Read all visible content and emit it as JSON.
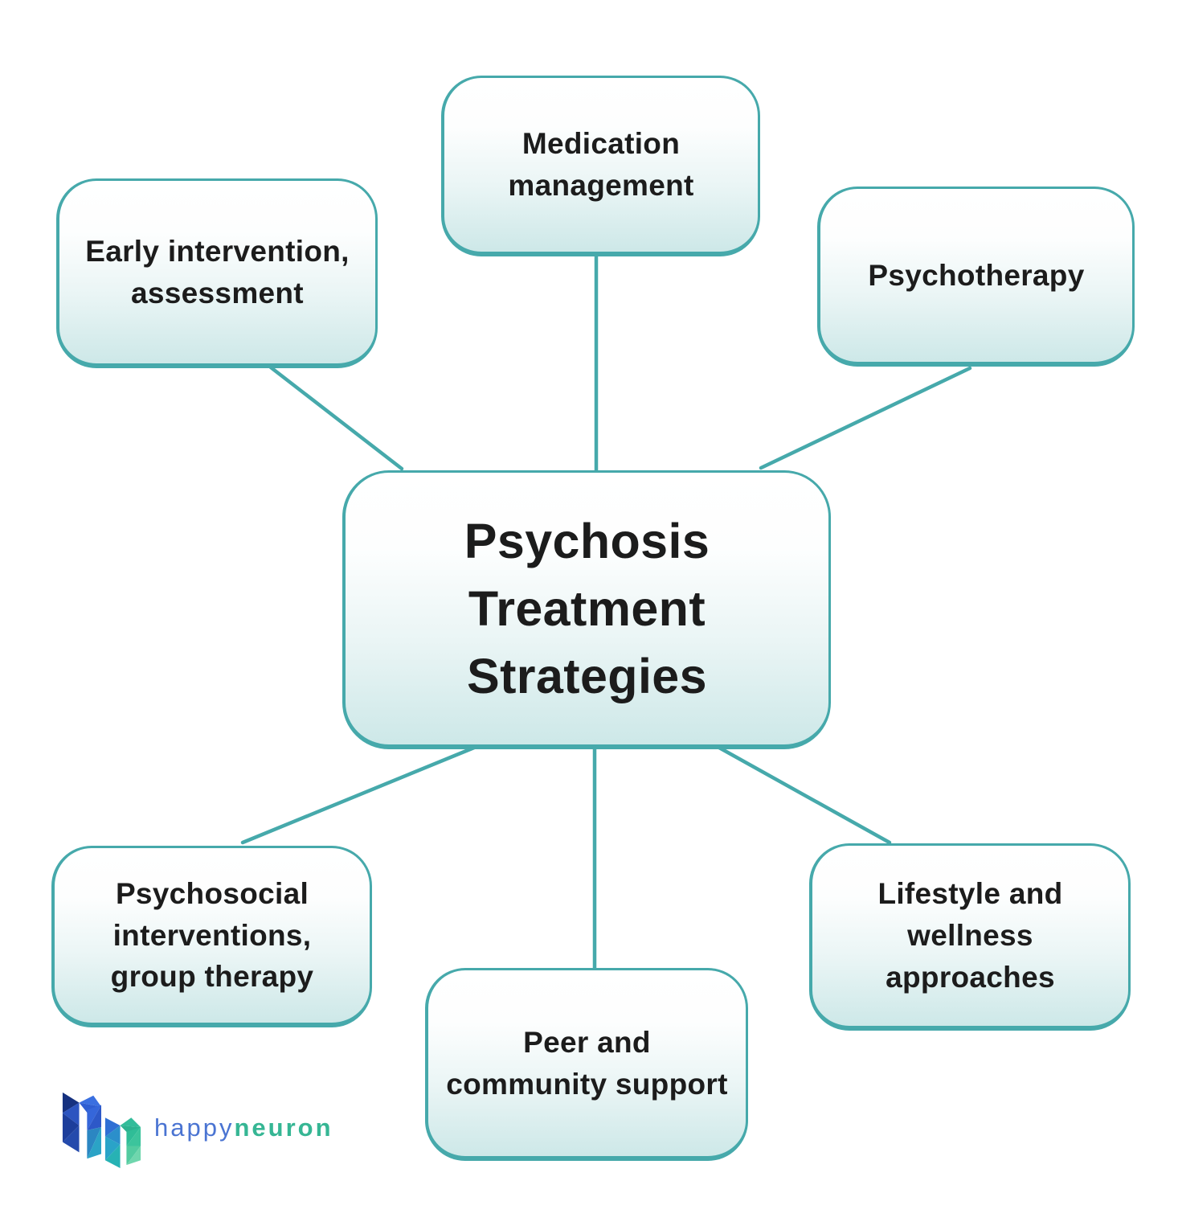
{
  "diagram": {
    "type": "mind-map",
    "center_node": {
      "label": "Psychosis\nTreatment\nStrategies"
    },
    "nodes": {
      "top_left": {
        "label": "Early intervention,\nassessment"
      },
      "top_center": {
        "label": "Medication\nmanagement"
      },
      "top_right": {
        "label": "Psychotherapy"
      },
      "bottom_left": {
        "label": "Psychosocial\ninterventions,\ngroup therapy"
      },
      "bottom_center": {
        "label": "Peer and\ncommunity support"
      },
      "bottom_right": {
        "label": "Lifestyle and\nwellness\napproaches"
      }
    },
    "colors": {
      "connector": "#46A9AB",
      "node_border": "#46A9AB",
      "node_fill_top": "#FFFFFF",
      "node_fill_bottom": "#CDE8E8",
      "text": "#1C1C1C"
    }
  },
  "logo": {
    "happy": "happy",
    "neuron": "neuron",
    "happy_color": "#4A74D2",
    "neuron_color": "#36B694",
    "mark": "happyneuron-hn-mark"
  }
}
